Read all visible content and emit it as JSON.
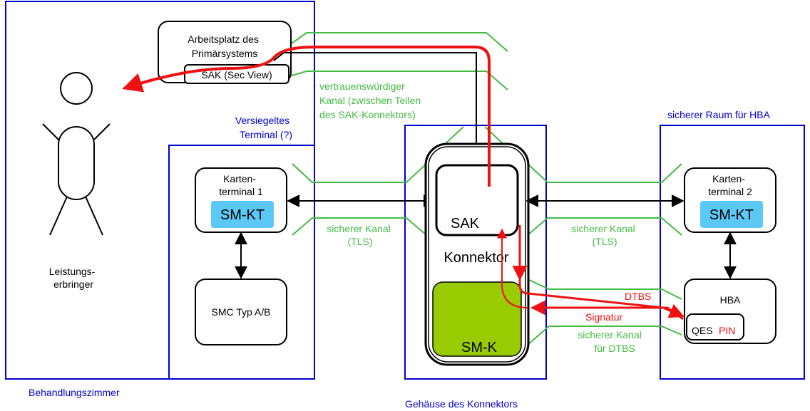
{
  "zones": {
    "treatment_room": "Behandlungszimmer",
    "sealed_terminal": [
      "Versiegeltes",
      "Terminal (?)"
    ],
    "connector_housing": "Gehäuse des Konnektors",
    "secure_room": "sicherer Raum für HBA"
  },
  "person": [
    "Leistungs-",
    "erbringer"
  ],
  "workstation": {
    "title": [
      "Arbeitsplatz des",
      "Primärsystems"
    ],
    "sak_view": "SAK (Sec View)"
  },
  "trusted_channel": [
    "vertrauenswürdiger",
    "Kanal (zwischen Teilen",
    "des SAK-Konnektors)"
  ],
  "terminal1": {
    "title": [
      "Karten-",
      "terminal 1"
    ],
    "sm": "SM-KT"
  },
  "smc": "SMC Typ A/B",
  "secure_channel_left": [
    "sicherer Kanal",
    "(TLS)"
  ],
  "secure_channel_right": [
    "sicherer Kanal",
    "(TLS)"
  ],
  "connector": {
    "sak": "SAK",
    "label": "Konnektor",
    "smk": "SM-K"
  },
  "terminal2": {
    "title": [
      "Karten-",
      "terminal 2"
    ],
    "sm": "SM-KT"
  },
  "hba": {
    "title": "HBA",
    "qes": "QES",
    "pin": "PIN"
  },
  "flows": {
    "dtbs": "DTBS",
    "signatur": "Signatur"
  },
  "dtbs_channel": [
    "sicherer Kanal",
    "für DTBS"
  ],
  "colors": {
    "zone_border": "#0000cc",
    "zone_label": "#0000cc",
    "channel_green": "#44bb44",
    "flow_red": "#ee1111",
    "sm_blue": "#5bc8f5",
    "smk_green": "#99cc00",
    "black": "#000000"
  }
}
